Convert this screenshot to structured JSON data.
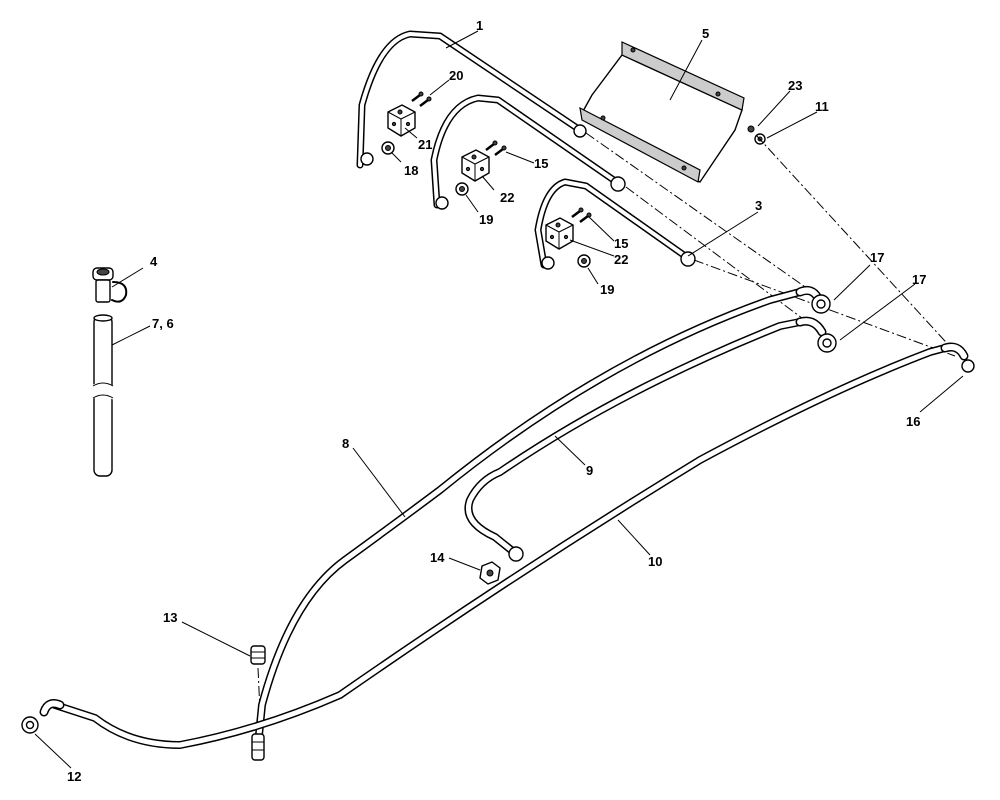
{
  "callouts": {
    "c1": "1",
    "c3": "3",
    "c4": "4",
    "c5": "5",
    "c7_6": "7, 6",
    "c8": "8",
    "c9": "9",
    "c10": "10",
    "c11": "11",
    "c12": "12",
    "c13": "13",
    "c14": "14",
    "c15a": "15",
    "c15b": "15",
    "c16": "16",
    "c17a": "17",
    "c17b": "17",
    "c18": "18",
    "c19a": "19",
    "c19b": "19",
    "c20": "20",
    "c21": "21",
    "c22a": "22",
    "c22b": "22",
    "c23": "23"
  },
  "colors": {
    "line": "#000000",
    "background": "#ffffff"
  }
}
